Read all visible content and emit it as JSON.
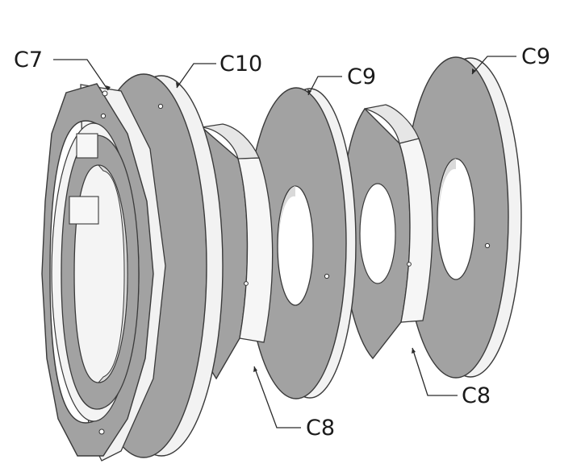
{
  "figure": {
    "labels": {
      "c7": "C7",
      "c10": "C10",
      "c9_mid": "C9",
      "c9_right": "C9",
      "c8_left": "C8",
      "c8_right": "C8"
    },
    "colors": {
      "face": "#a2a2a2",
      "face_dark": "#8e8e8e",
      "edge_light": "#f8f8f8",
      "edge_shade": "#e3e3e3",
      "outline": "#3a3a3a",
      "label": "#1a1a1a"
    }
  }
}
